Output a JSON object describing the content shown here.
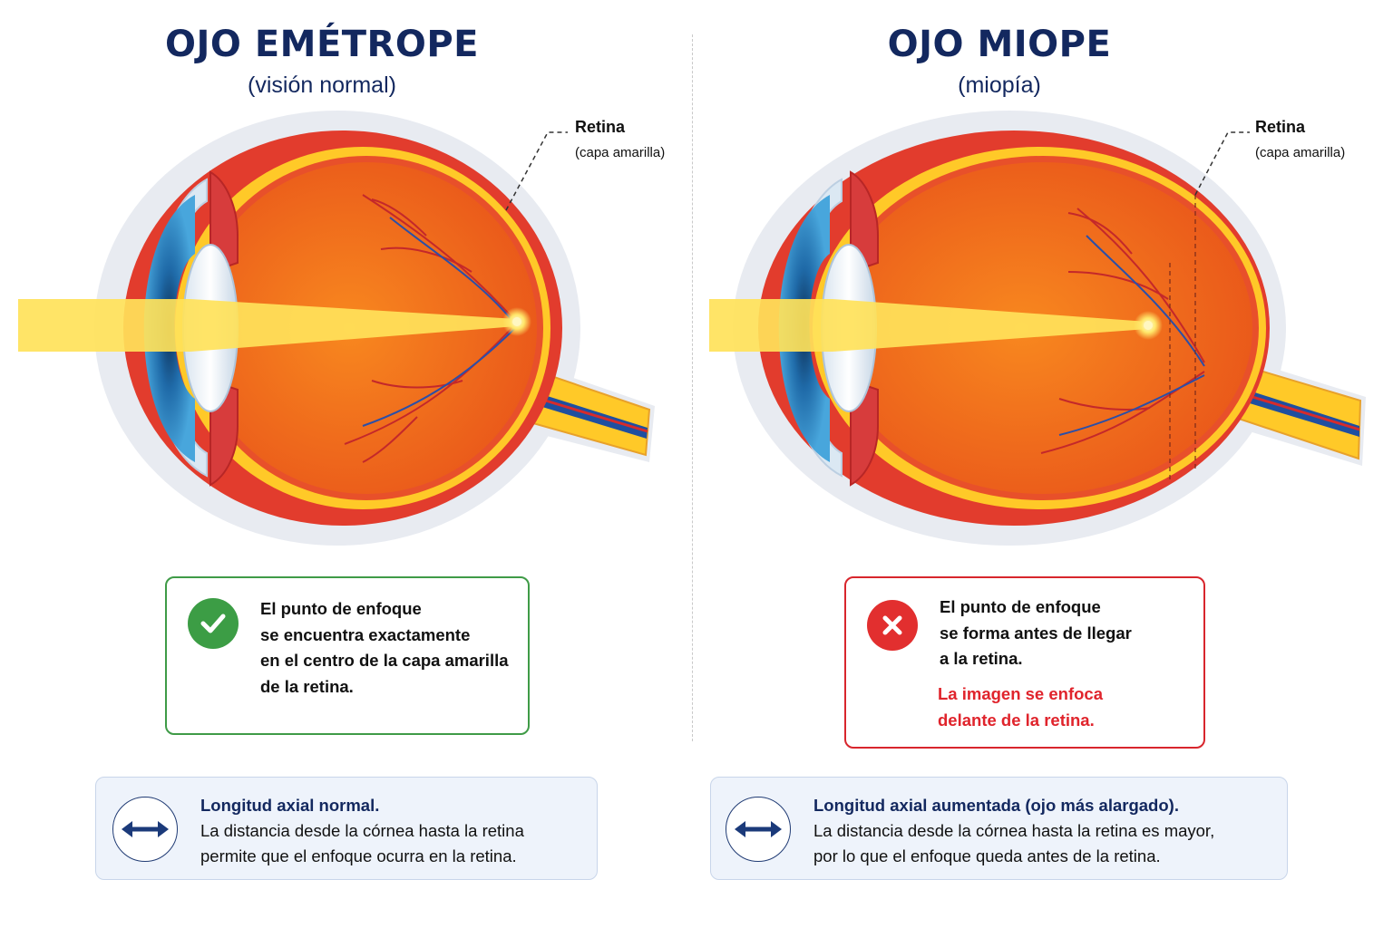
{
  "left": {
    "title": "OJO EMÉTROPE",
    "subtitle": "(visión normal)",
    "retina_label": "Retina",
    "retina_sublabel": "(capa amarilla)",
    "box_lines": [
      "El punto de enfoque",
      "se encuentra exactamente",
      "en el centro de la capa amarilla",
      "de la retina."
    ],
    "info_heading": "Longitud axial normal.",
    "info_lines": [
      "La distancia desde la córnea hasta la retina",
      "permite que el enfoque ocurra en la retina."
    ]
  },
  "right": {
    "title": "OJO MIOPE",
    "subtitle": "(miopía)",
    "retina_label": "Retina",
    "retina_sublabel": "(capa amarilla)",
    "box_lines": [
      "El punto de enfoque",
      "se forma antes de llegar",
      "a la retina."
    ],
    "box_warning_lines": [
      "La imagen se enfoca",
      "delante de la retina."
    ],
    "info_heading": "Longitud axial aumentada (ojo más alargado).",
    "info_lines": [
      "La distancia desde la córnea hasta la retina es mayor,",
      "por lo que el enfoque queda antes de la retina."
    ]
  },
  "icons": {
    "check": "check-icon",
    "cross": "close-icon",
    "axial": "double-arrow-icon"
  },
  "colors": {
    "title": "#13285f",
    "ok": "#3c9d45",
    "error": "#e22f2f",
    "warning_text": "#e0242c",
    "eye_interior": "#f26a1b",
    "retina_layer": "#ffc928",
    "light_beam": "#ffe25a",
    "iris": "#2f86c8",
    "info_bg": "#eef3fb"
  }
}
